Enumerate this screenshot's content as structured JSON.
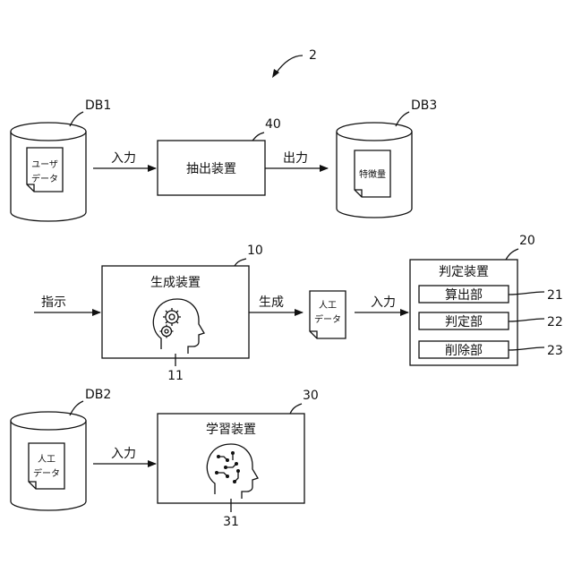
{
  "figure_number": "2",
  "db1": {
    "label": "DB1",
    "doc_line1": "ユーザ",
    "doc_line2": "データ"
  },
  "db2": {
    "label": "DB2",
    "doc_line1": "人工",
    "doc_line2": "データ"
  },
  "db3": {
    "label": "DB3",
    "doc_text": "特徴量"
  },
  "extractor": {
    "name": "抽出装置",
    "ref": "40",
    "input_label": "入力",
    "output_label": "出力"
  },
  "generator": {
    "name": "生成装置",
    "ref": "10",
    "icon_ref": "11",
    "instruction_label": "指示",
    "output_label": "生成"
  },
  "artificial_doc": {
    "line1": "人工",
    "line2": "データ"
  },
  "judge": {
    "name": "判定装置",
    "ref": "20",
    "input_label": "入力",
    "units": [
      {
        "name": "算出部",
        "ref": "21"
      },
      {
        "name": "判定部",
        "ref": "22"
      },
      {
        "name": "削除部",
        "ref": "23"
      }
    ]
  },
  "learner": {
    "name": "学習装置",
    "ref": "30",
    "icon_ref": "31",
    "input_label": "入力"
  }
}
